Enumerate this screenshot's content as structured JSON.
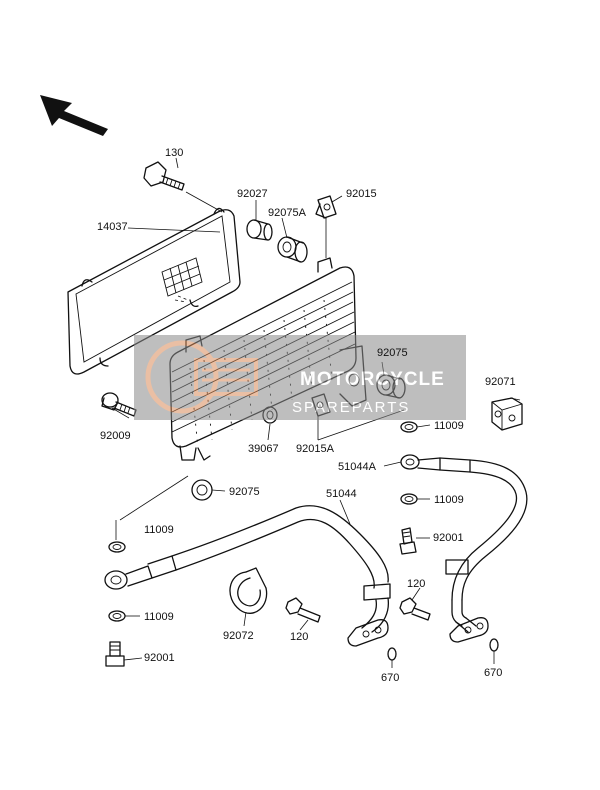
{
  "diagram": {
    "labels": {
      "p130": "130",
      "p92027": "92027",
      "p92015": "92015",
      "p14037": "14037",
      "p92075A": "92075A",
      "p92075_top": "92075",
      "p92071": "92071",
      "p92009": "92009",
      "p39067": "39067",
      "p92015A": "92015A",
      "p11009_right": "11009",
      "p51044A": "51044A",
      "p92075_bottom": "92075",
      "p11009_mid": "11009",
      "p51044": "51044",
      "p11009_left": "11009",
      "p92001_right": "92001",
      "p120_right": "120",
      "p92072": "92072",
      "p120_mid": "120",
      "p11009_lower": "11009",
      "p92001_left": "92001",
      "p670_mid": "670",
      "p670_right": "670"
    },
    "watermark": {
      "title": "MOTORCYCLE",
      "subtitle": "SPAREPARTS"
    }
  }
}
